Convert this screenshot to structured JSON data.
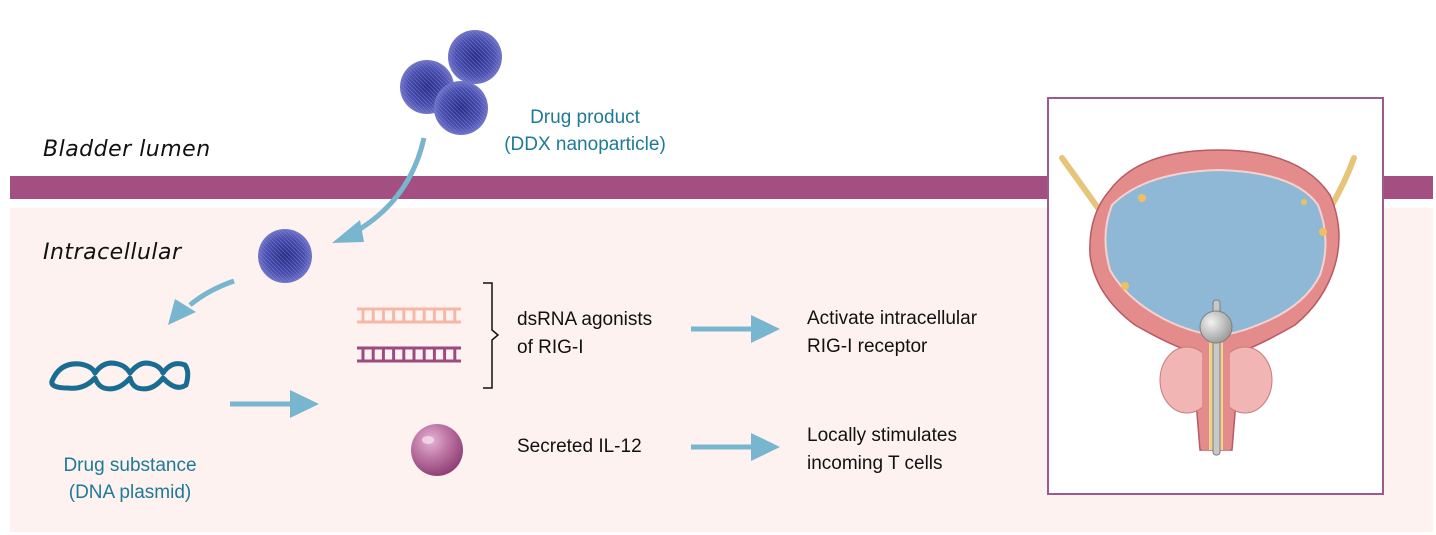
{
  "regions": {
    "lumen_label": "Bladder lumen",
    "intracellular_label": "Intracellular"
  },
  "drug_product": {
    "line1": "Drug product",
    "line2": "(DDX nanoparticle)",
    "icon": "nanoparticle-cluster-icon"
  },
  "drug_substance": {
    "line1": "Drug substance",
    "line2": "(DNA plasmid)",
    "icon": "dna-plasmid-icon"
  },
  "outputs": [
    {
      "label_line1": "dsRNA agonists",
      "label_line2": "of RIG-I",
      "effect_line1": "Activate intracellular",
      "effect_line2": "RIG-I receptor",
      "icon": "dsrna-ladder-icon"
    },
    {
      "label_line1": "Secreted IL-12",
      "effect_line1": "Locally stimulates",
      "effect_line2": "incoming T cells",
      "icon": "il12-sphere-icon"
    }
  ],
  "colors": {
    "membrane": "#a44f82",
    "cytoplasm": "#fdf2ef",
    "arrow": "#78b6cf",
    "teal_text": "#1f7a96",
    "nanoparticle": "#3c3f9a",
    "dna": "#1a6d92",
    "dsrna_light": "#f5b8a6",
    "dsrna_dark": "#9c4b80",
    "box_border": "#9c5a8e",
    "bladder_fluid": "#8fb8d6",
    "bladder_wall": "#e48b8c"
  },
  "illustration": {
    "name": "bladder-with-catheter-illustration"
  }
}
